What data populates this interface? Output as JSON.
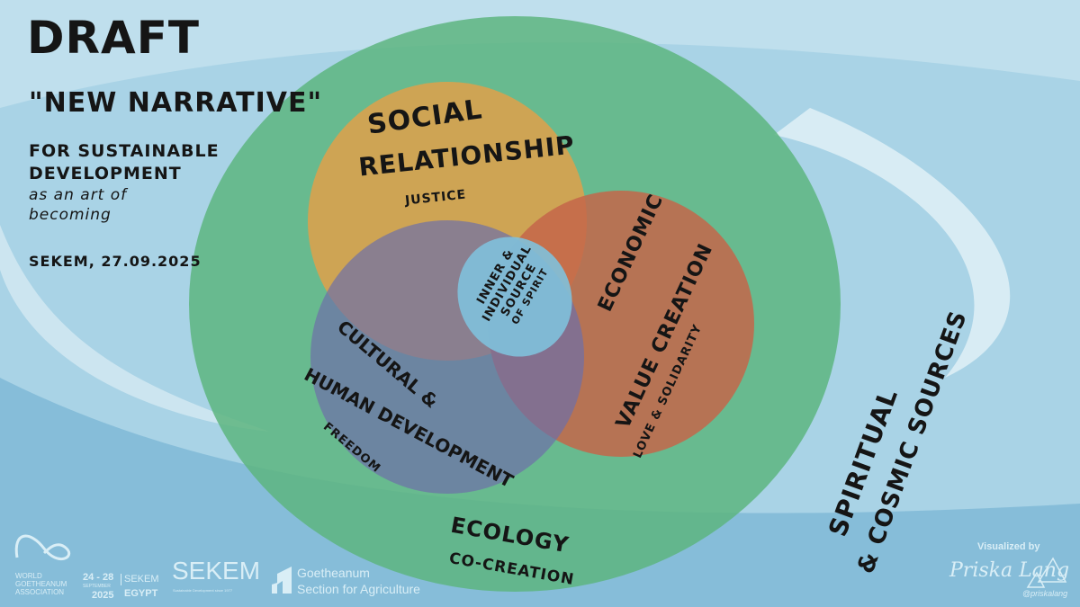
{
  "title": {
    "draft": "DRAFT",
    "narrative": "\"NEW NARRATIVE\"",
    "line1": "FOR SUSTAINABLE",
    "line2": "DEVELOPMENT",
    "line3": "as an art of",
    "line4": "becoming",
    "date": "SEKEM, 27.09.2025"
  },
  "circles": {
    "social": {
      "title1": "SOCIAL",
      "title2": "RELATIONSHIP",
      "sub": "JUSTICE"
    },
    "economic": {
      "title1": "ECONOMIC",
      "title2": "VALUE CREATION",
      "sub": "LOVE & SOLIDARITY"
    },
    "cultural": {
      "title1": "CULTURAL &",
      "title2": "HUMAN DEVELOPMENT",
      "sub": "FREEDOM"
    },
    "center": {
      "l1": "INNER &",
      "l2": "INDIVIDUAL",
      "l3": "SOURCE",
      "l4": "OF SPIRIT"
    },
    "ecology": {
      "title": "ECOLOGY",
      "sub": "CO-CREATION"
    },
    "spiritual": {
      "l1": "SPIRITUAL",
      "l2": "& COSMIC SOURCES"
    }
  },
  "colors": {
    "green": "#5db57f",
    "orange": "#d9a24e",
    "red": "#c4664a",
    "blue": "#6d8fb0",
    "center": "#7fc1dc"
  },
  "logos": {
    "wga": {
      "l1": "WORLD",
      "l2": "GOETHEANUM",
      "l3": "ASSOCIATION"
    },
    "event": {
      "dates": "24 - 28",
      "month": "SEPTEMBER",
      "year": "2025",
      "place1": "SEKEM",
      "place2": "EGYPT"
    },
    "sekem": {
      "name": "SEKEM",
      "tagline": "Sustainable Development since 1977"
    },
    "goetheanum": {
      "l1": "Goetheanum",
      "l2": "Section for Agriculture"
    },
    "credit": {
      "label": "Visualized by",
      "name": "Priska Lang",
      "handle": "@priskalang"
    }
  }
}
